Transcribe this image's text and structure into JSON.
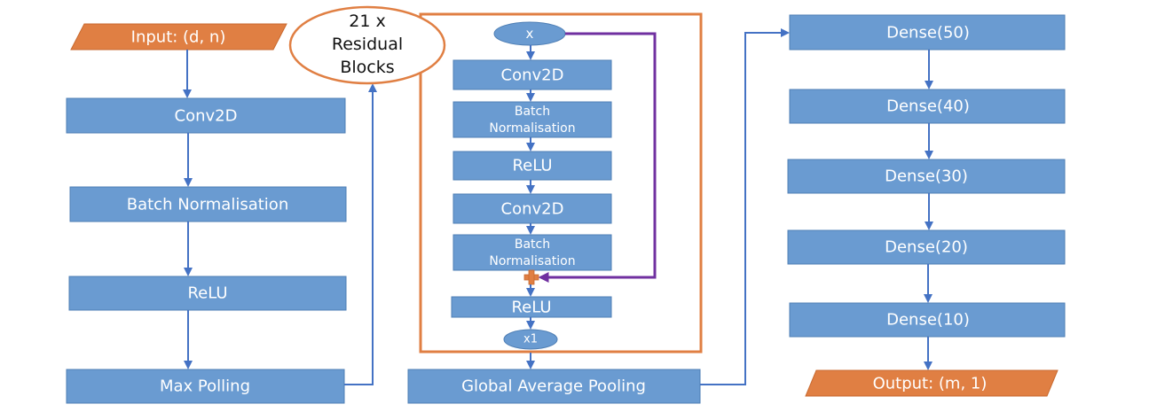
{
  "colors": {
    "block_fill": "#6a9bd1",
    "io_fill": "#e07f43",
    "frame_stroke": "#e07f43",
    "arrow": "#4472c4",
    "skip_connection": "#7030a0"
  },
  "stem": {
    "input": "Input: (d, n)",
    "layers": [
      "Conv2D",
      "Batch Normalisation",
      "ReLU",
      "Max Polling"
    ]
  },
  "residual": {
    "repeat_label_line1": "21 x",
    "repeat_label_line2": "Residual",
    "repeat_label_line3": "Blocks",
    "input_node": "x",
    "layers": [
      {
        "line1": "Conv2D",
        "line2": ""
      },
      {
        "line1": "Batch",
        "line2": "Normalisation"
      },
      {
        "line1": "ReLU",
        "line2": ""
      },
      {
        "line1": "Conv2D",
        "line2": ""
      },
      {
        "line1": "Batch",
        "line2": "Normalisation"
      }
    ],
    "add_symbol": "+",
    "post_add": "ReLU",
    "output_node": "x1"
  },
  "pooling": "Global Average Pooling",
  "head": {
    "layers": [
      "Dense(50)",
      "Dense(40)",
      "Dense(30)",
      "Dense(20)",
      "Dense(10)"
    ],
    "output": "Output: (m, 1)"
  }
}
